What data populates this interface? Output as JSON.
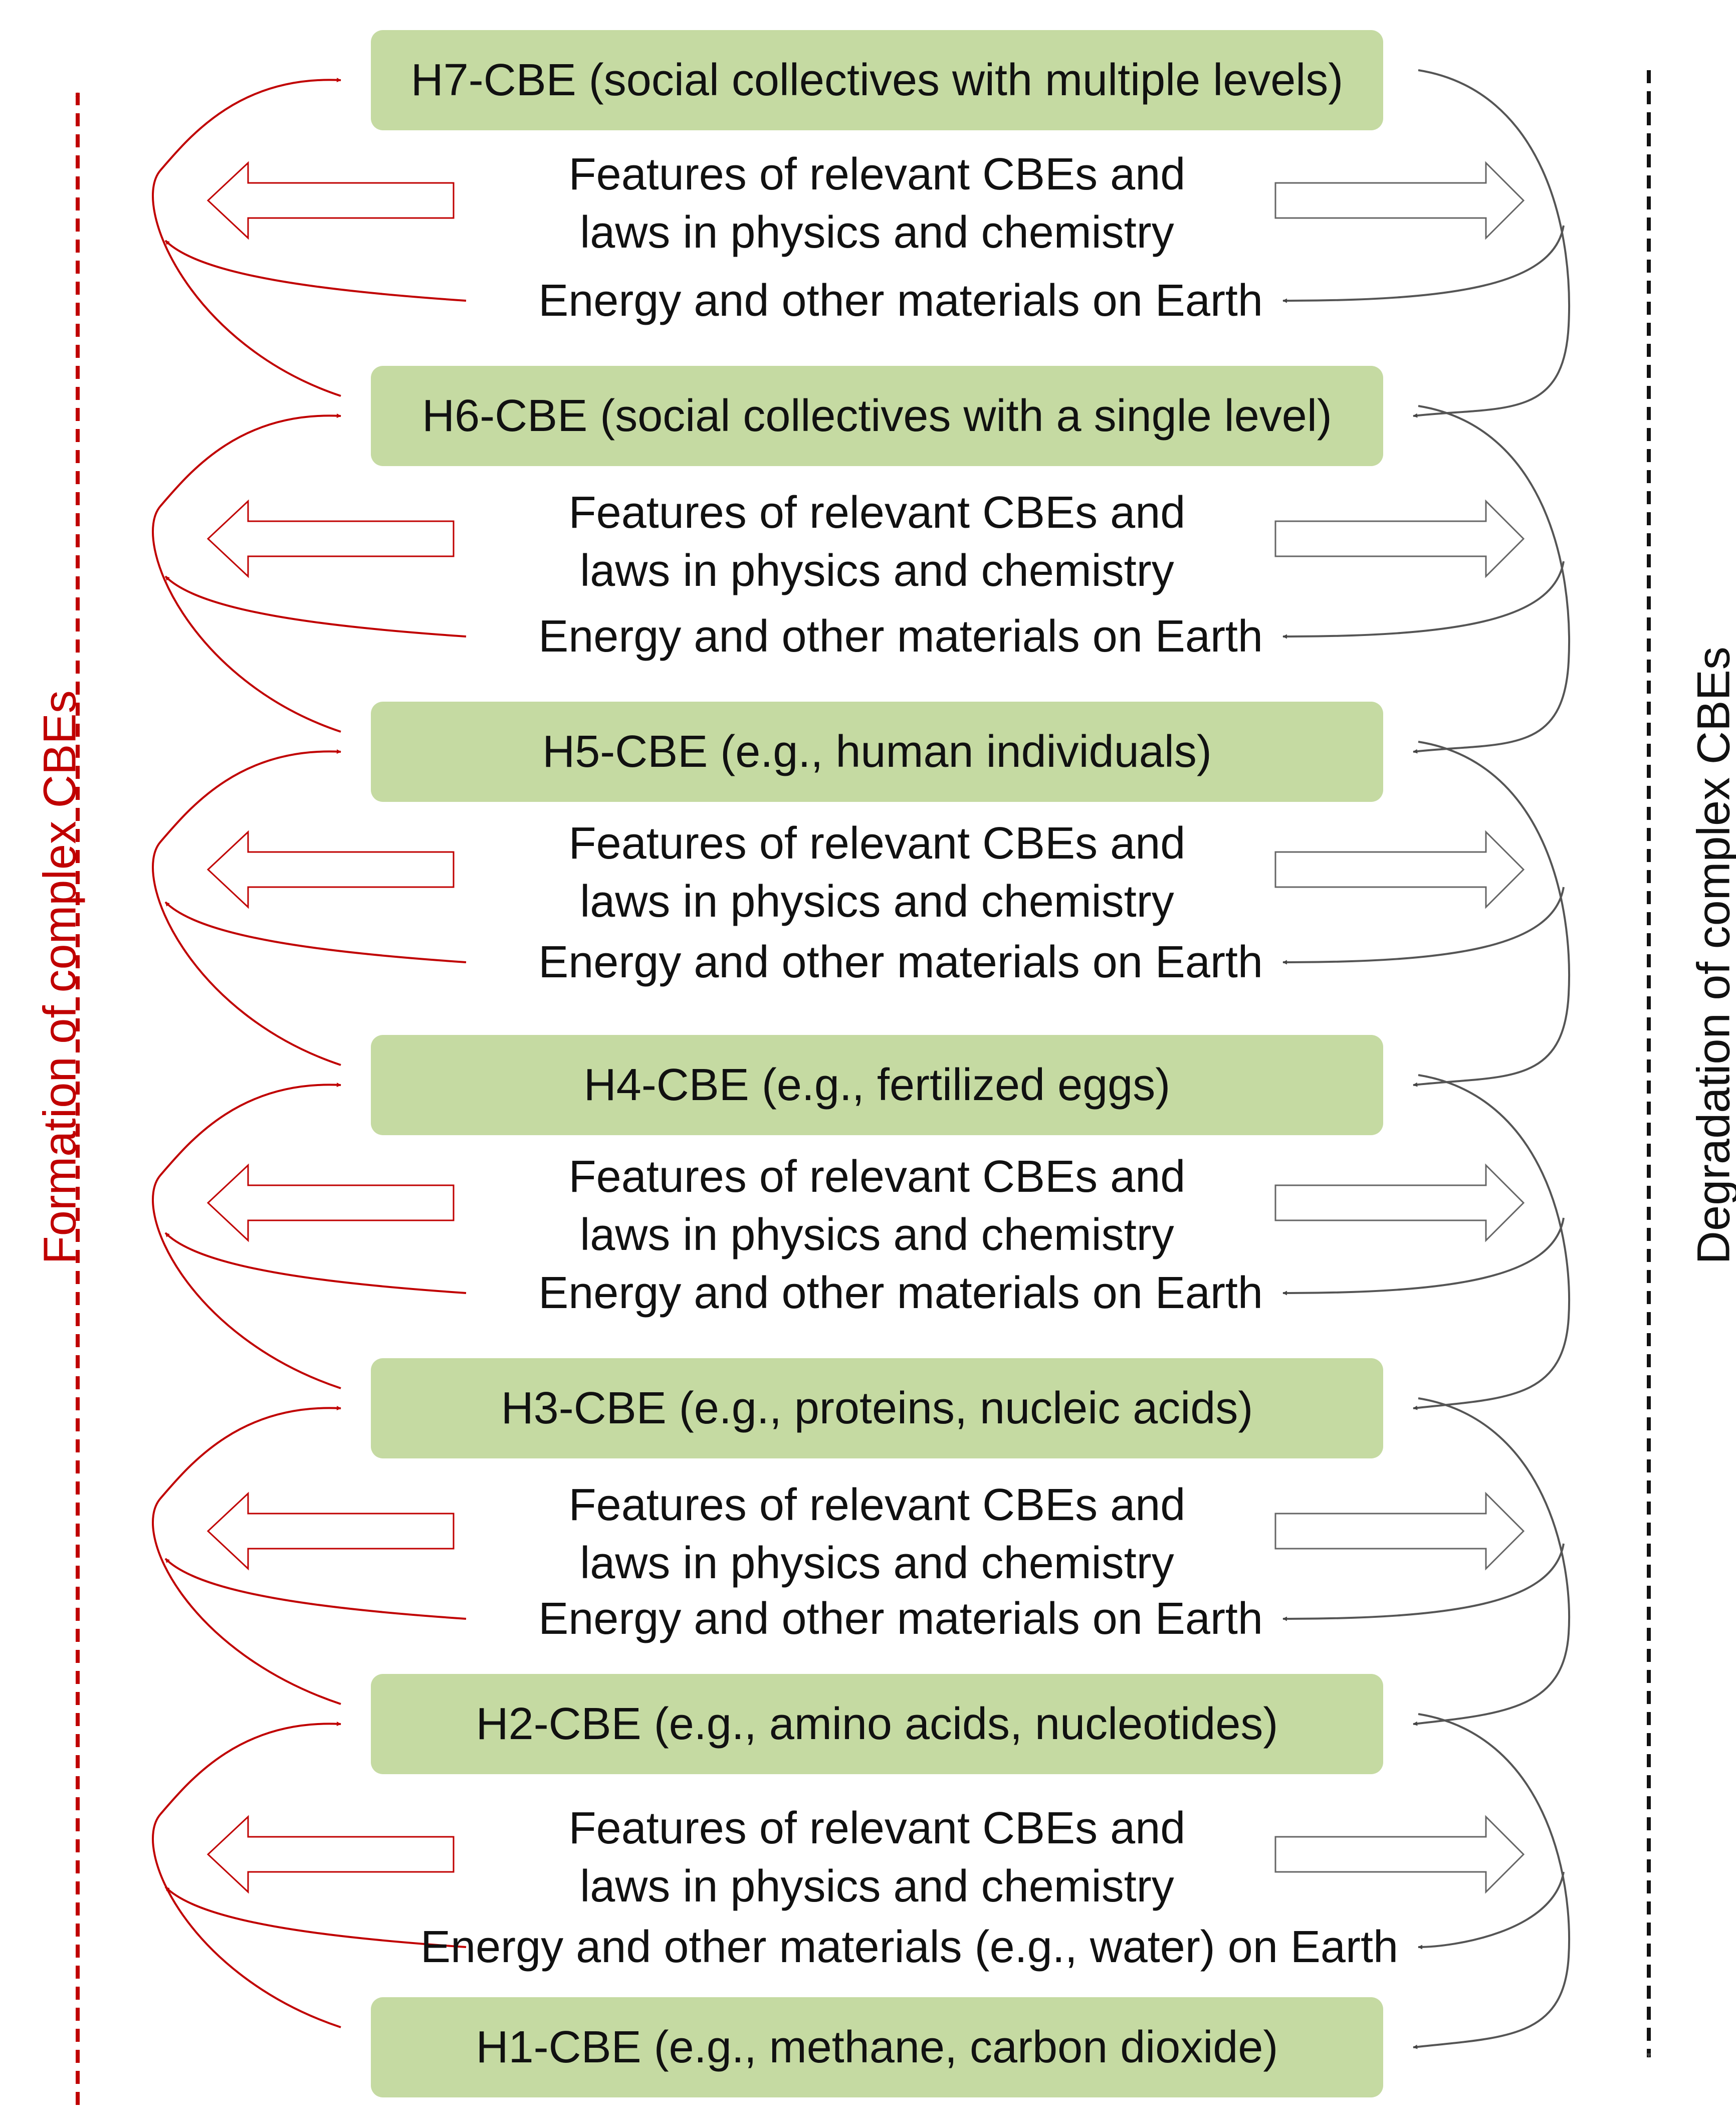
{
  "levels": [
    {
      "id": "h7",
      "label": "H7-CBE (social collectives with multiple levels)"
    },
    {
      "id": "h6",
      "label": "H6-CBE (social collectives with a single level)"
    },
    {
      "id": "h5",
      "label": "H5-CBE (e.g., human individuals)"
    },
    {
      "id": "h4",
      "label": "H4-CBE (e.g., fertilized eggs)"
    },
    {
      "id": "h3",
      "label": "H3-CBE (e.g., proteins, nucleic acids)"
    },
    {
      "id": "h2",
      "label": "H2-CBE (e.g., amino acids, nucleotides)"
    },
    {
      "id": "h1",
      "label": "H1-CBE (e.g., methane, carbon dioxide)"
    }
  ],
  "features": {
    "line1": "Features of relevant CBEs and",
    "line2": "laws in physics and chemistry"
  },
  "energy": {
    "default": "Energy and other materials on Earth",
    "bottom": "Energy and other materials  (e.g., water) on Earth"
  },
  "side_labels": {
    "formation": "Formation of complex CBEs",
    "degradation": "Degradation of complex CBEs"
  },
  "colors": {
    "box_fill": "#c5daa2",
    "formation": "#c00000",
    "degradation": "#555555",
    "text": "#111111"
  }
}
